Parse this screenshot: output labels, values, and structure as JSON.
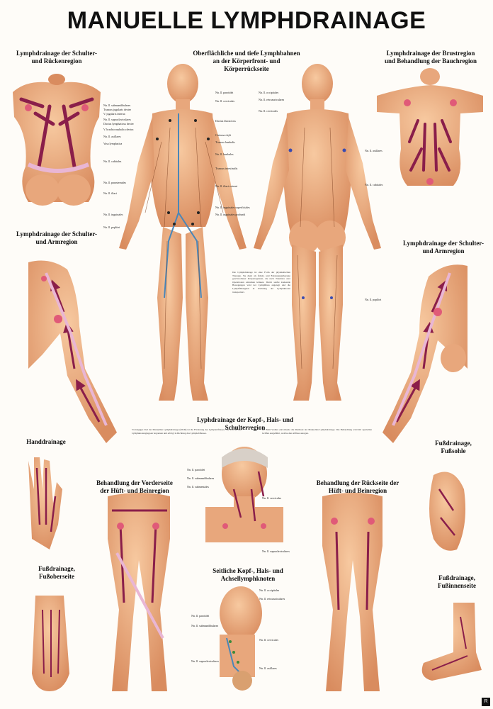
{
  "title": "MANUELLE LYMPHDRAINAGE",
  "captions": {
    "top_left": "Lymphdrainage der Schulter- und Rückenregion",
    "top_center": "Oberflächliche und tiefe Lymphbahnen an der Körperfront- und Körperrückseite",
    "top_right": "Lymphdrainage der Brustregion und Behandlung der Bauchregion",
    "mid_left": "Lymphdrainage der Schulter- und Armregion",
    "mid_right": "Lymphdrainage der Schulter- und Armregion",
    "center_head": "Lyphdrainage der Kopf-, Hals- und Schulterregion",
    "hand": "Handdrainage",
    "foot_sole": "Fußdrainage, Fußsohle",
    "front_legs": "Behandlung der Vorderseite der Hüft- und Beinregion",
    "back_legs": "Behandlung der Rückseite der Hüft- und Beinregion",
    "foot_top": "Fußdrainage, Fußoberseite",
    "foot_inner": "Fußdrainage, Fußinnenseite",
    "side_head": "Seitliche Kopf-, Hals- und Achsellymphknoten"
  },
  "labels": {
    "front": [
      "Nn. ll. submandibulares",
      "Truncus jugularis dexter",
      "V. jugularis interna",
      "Nn. ll. supraclaviculares",
      "Ductus lymphaticus dexter",
      "V. brachiocephalica dextra",
      "Nn. ll. axillares",
      "Vasa lymphatica",
      "Nn. ll. cubitales",
      "Nn. ll. parasternales",
      "Nn. ll. iliaci",
      "Nn. ll. inguinales",
      "Nn. ll. poplitei"
    ],
    "front_right": [
      "Nn. ll. parotidei",
      "Nn. ll. cervicales",
      "Ductus thoracicus",
      "Cisterna chyli",
      "Truncus lumbalis",
      "Nn. ll. lumbales",
      "Truncus intestinalis",
      "Nn. ll. iliaci externi",
      "Nn. ll. inguinales superficiales",
      "Nn. ll. inguinales profundi"
    ],
    "back": [
      "Nn. ll. occipitales",
      "Nn. ll. retroauriculares",
      "Nn. ll. cervicales",
      "Nn. ll. axillares",
      "Nn. ll. cubitales",
      "Nn. ll. poplitei"
    ],
    "head": [
      "Nn. ll. parotidei",
      "Nn. ll. submandibulares",
      "Nn. ll. submentales",
      "Nn. ll. cervicales",
      "Nn. ll. supraclaviculares"
    ],
    "side": [
      "Nn. ll. occipitales",
      "Nn. ll. retroauriculares",
      "Nn. ll. parotidei",
      "Nn. ll. submandibulares",
      "Nn. ll. cervicales",
      "Nn. ll. axillares",
      "Nn. ll. supraclaviculares"
    ]
  },
  "text_blocks": {
    "intro": "Die Lymphdrainage ist eine Form der physikalischen Therapie. Sie dient als Ödem- und Entstauungstherapie geschwollener Körperregionen, die nach Traumata oder Operationen entstehen können. Durch sanfte kreisende Bewegungen wird der Lymphfluss angeregt und die Lymphflüssigkeit in Richtung der Lymphknoten transportiert.",
    "left_lower": "Vorrangiges Ziel der Manuellen Lymphdrainage (MLD) ist die Förderung des Lymphabflusses. Sie wird an den Lymphknotengruppen begonnen und erfolgt in Richtung des Lymphabflusses.",
    "right_lower": "Dr. Emil Vodder entwickelte die Methode der Manuellen Lymphdrainage. Die Behandlung wird mit speziellen Griffen ausgeführt, welche den Abfluss anregen."
  },
  "colors": {
    "skin": "#f2b58a",
    "skin_shade": "#d98c5f",
    "vessel": "#8a1e4a",
    "node": "#e05a78",
    "flow": "#e9b6d4"
  }
}
